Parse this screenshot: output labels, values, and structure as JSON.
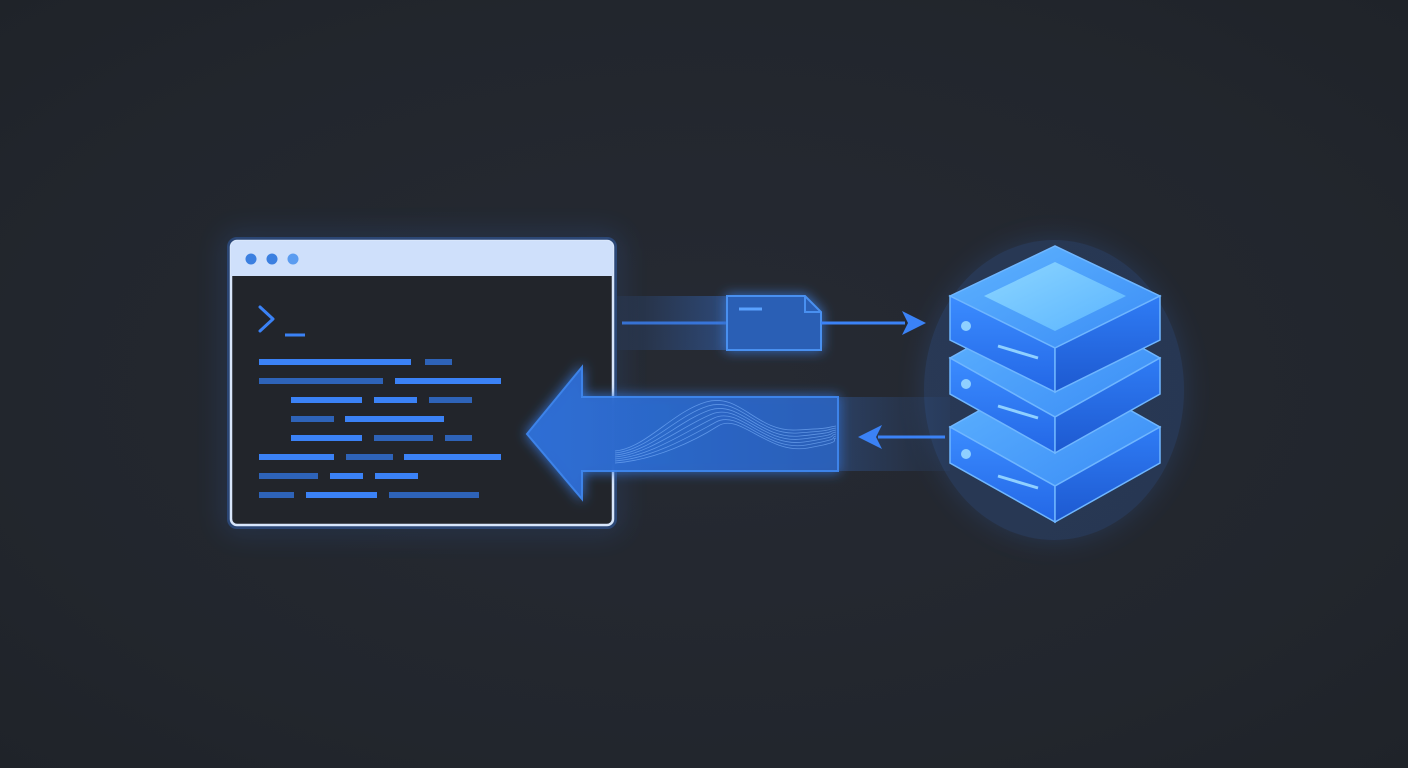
{
  "diagram": {
    "terminal": {
      "titlebar_dots": 3,
      "prompt_glyph": ">_",
      "code_lines": [
        {
          "indent": 0,
          "segments": [
            0.55,
            0.1
          ]
        },
        {
          "indent": 0,
          "segments": [
            0.45,
            0.38
          ]
        },
        {
          "indent": 1,
          "segments": [
            0.25,
            0.15,
            0.15
          ]
        },
        {
          "indent": 1,
          "segments": [
            0.15,
            0.35
          ]
        },
        {
          "indent": 1,
          "segments": [
            0.25,
            0.2,
            0.1
          ]
        },
        {
          "indent": 0,
          "segments": [
            0.35,
            0.18,
            0.35
          ]
        },
        {
          "indent": 0,
          "segments": [
            0.22,
            0.12,
            0.16
          ]
        },
        {
          "indent": 0,
          "segments": [
            0.13,
            0.25,
            0.3
          ]
        }
      ]
    },
    "request": {
      "icon": "document-icon",
      "direction": "terminal-to-server"
    },
    "response": {
      "icon": "waveform",
      "direction": "server-to-terminal"
    },
    "server": {
      "icon": "server-stack-icon",
      "units": 3
    },
    "colors": {
      "background": "#23272f",
      "accent": "#3b82f6",
      "accent_light": "#5aa2ff",
      "titlebar": "#cfe0fb",
      "terminal_body": "#22252b",
      "server_top": "#6ec3ff"
    }
  }
}
